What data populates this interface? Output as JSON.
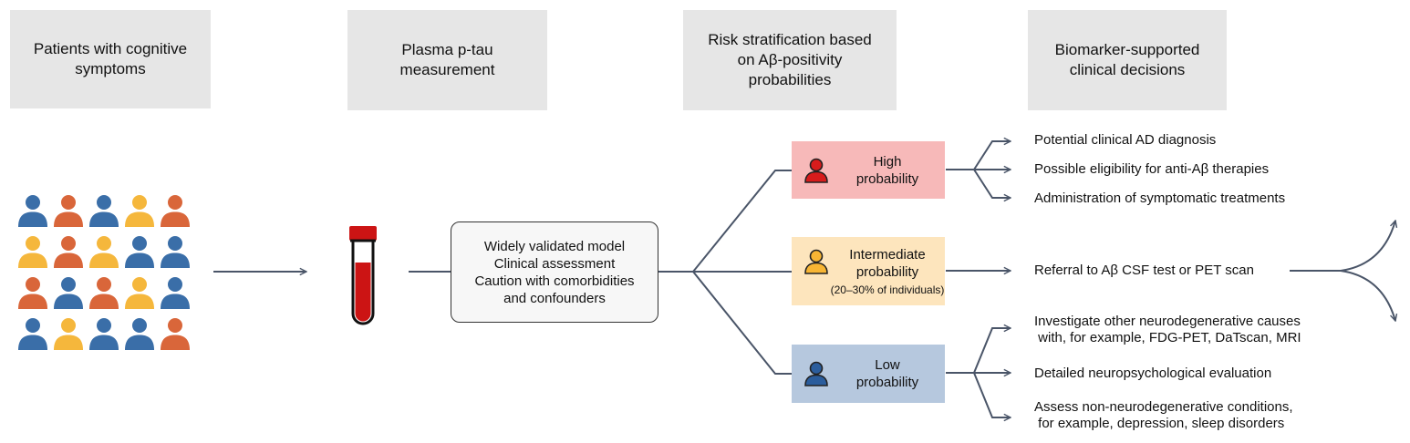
{
  "headers": {
    "patients": [
      "Patients with cognitive",
      "symptoms"
    ],
    "measurement": [
      "Plasma p-tau",
      "measurement"
    ],
    "stratification": [
      "Risk stratification based",
      "on Aβ-positivity",
      "probabilities"
    ],
    "decisions": [
      "Biomarker-supported",
      "clinical decisions"
    ]
  },
  "model_box": {
    "lines": [
      "Widely validated model",
      "Clinical assessment",
      "Caution with comorbidities",
      "and confounders"
    ]
  },
  "risk": {
    "high": {
      "lines": [
        "High",
        "probability"
      ],
      "color": "#f7b9b9",
      "icon_color": "#d71c1c"
    },
    "intermediate": {
      "lines": [
        "Intermediate",
        "probability"
      ],
      "note": "(20–30% of individuals)",
      "color": "#fde5bd",
      "icon_color": "#f7b534"
    },
    "low": {
      "lines": [
        "Low",
        "probability"
      ],
      "color": "#b6c8de",
      "icon_color": "#2b5d9c"
    }
  },
  "decisions": {
    "high": [
      "Potential clinical AD diagnosis",
      "Possible eligibility for anti-Aβ therapies",
      "Administration of symptomatic treatments"
    ],
    "intermediate": [
      "Referral to Aβ CSF test or PET scan"
    ],
    "low": [
      [
        "Investigate other neurodegenerative causes",
        " with, for example, FDG-PET, DaTscan, MRI"
      ],
      [
        "Detailed neuropsychological evaluation"
      ],
      [
        "Assess non-neurodegenerative conditions,",
        " for example, depression, sleep disorders"
      ]
    ]
  },
  "colors": {
    "header_bg": "#e6e6e6",
    "arrow": "#4a5568",
    "person_blue": "#3a6ea8",
    "person_orange": "#d9663a",
    "person_yellow": "#f5b73c",
    "tube_red": "#cc1414"
  },
  "people_grid": [
    [
      "blue",
      "orange",
      "blue",
      "yellow",
      "orange"
    ],
    [
      "yellow",
      "orange",
      "yellow",
      "blue",
      "blue"
    ],
    [
      "orange",
      "blue",
      "orange",
      "yellow",
      "blue"
    ],
    [
      "blue",
      "yellow",
      "blue",
      "blue",
      "orange"
    ]
  ]
}
